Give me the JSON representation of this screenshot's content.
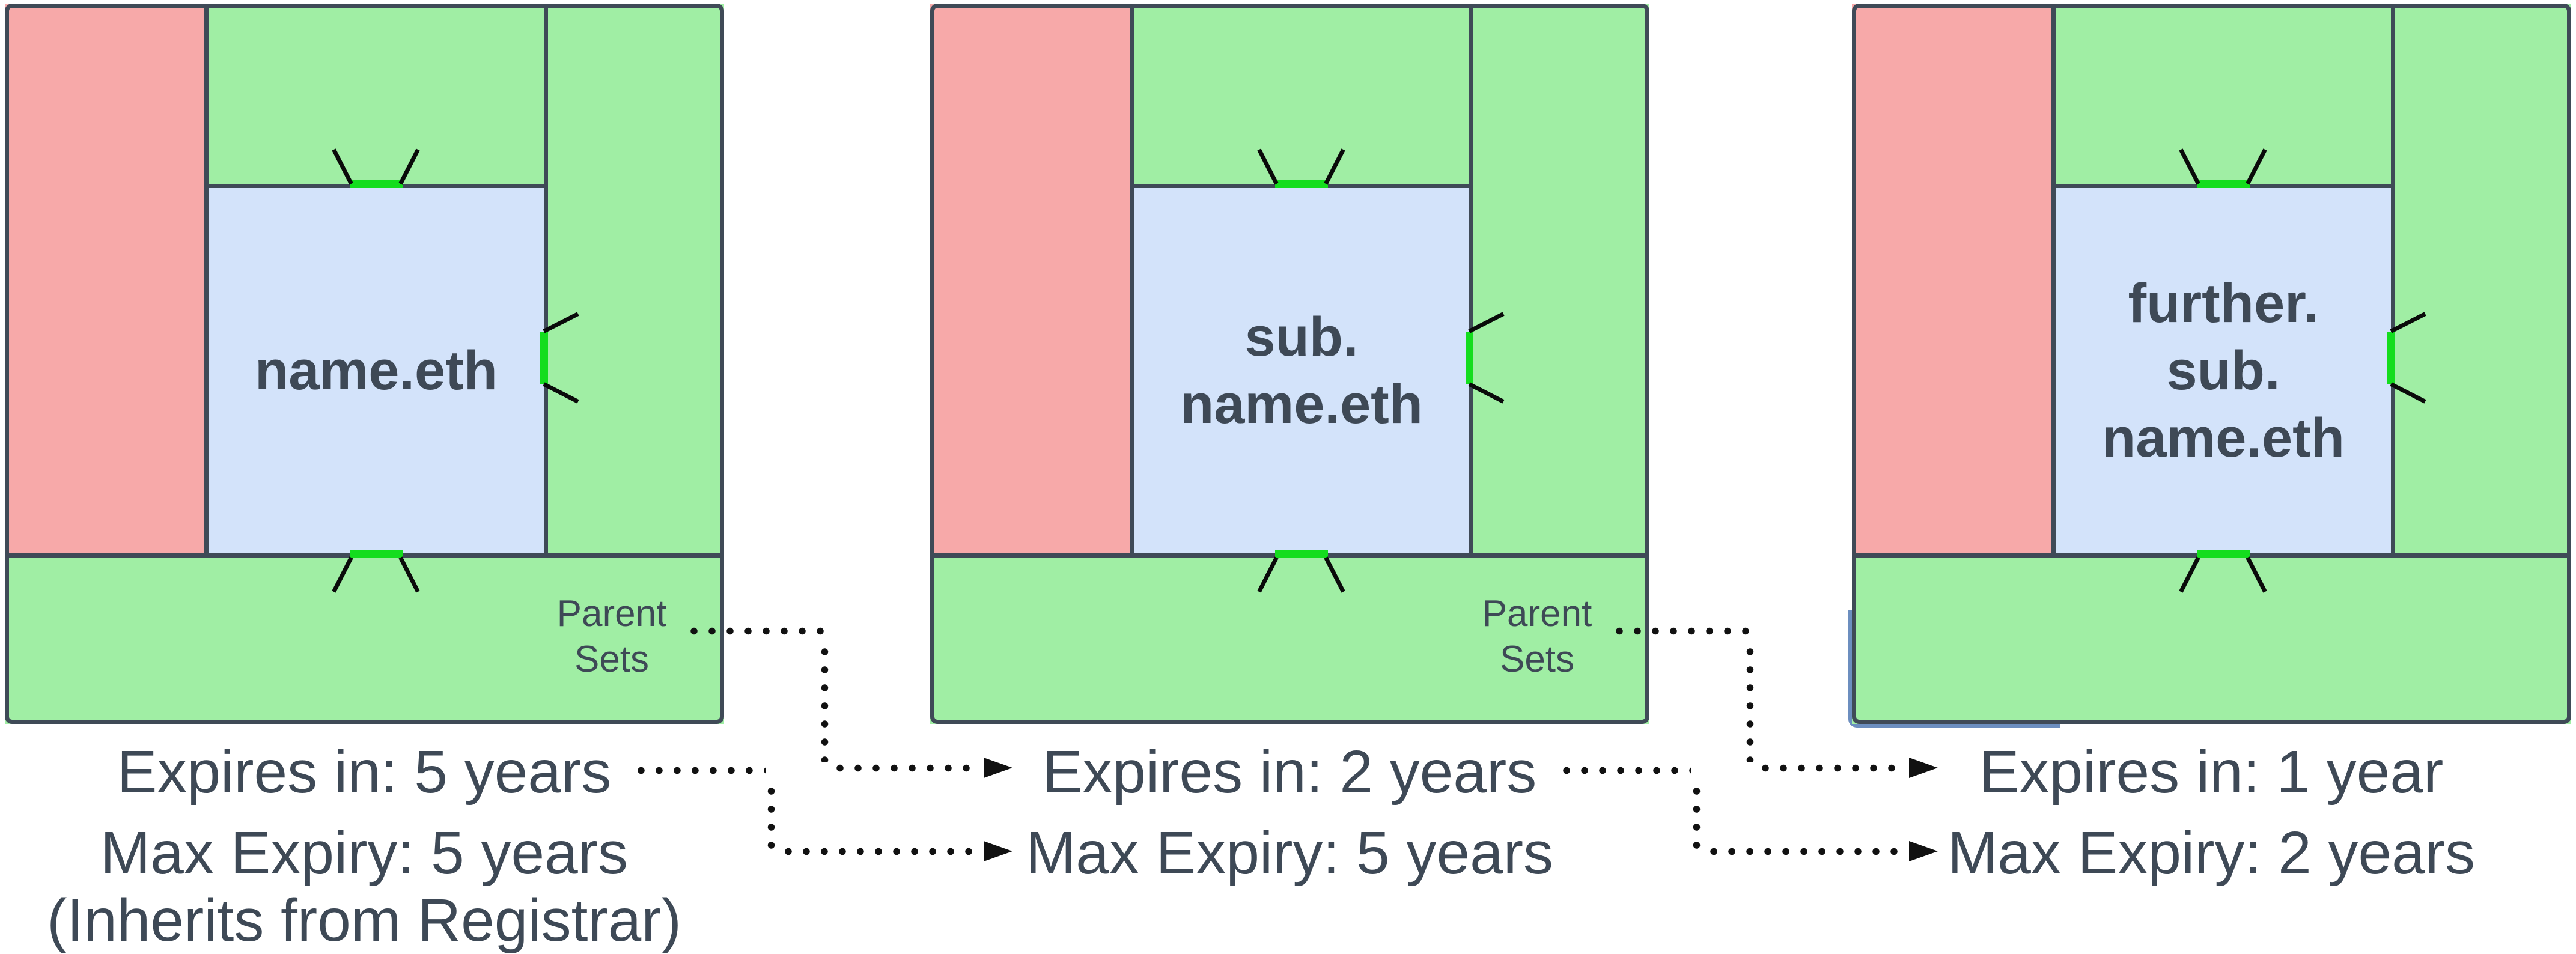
{
  "colors": {
    "green": "#A0EEA4",
    "pink": "#F7A9A9",
    "blue": "#D3E3FA",
    "lime": "#14DD1E",
    "stroke": "#3F4A57",
    "ink": "#3E4956",
    "dot": "#111111",
    "artifact-blue": "#6C8EBF"
  },
  "diagrams": [
    {
      "name_lines": [
        "name.eth"
      ],
      "parent_sets_lines": [
        "Parent",
        "Sets"
      ],
      "rows": {
        "expires": "Expires in: 5 years",
        "max_expiry": "Max Expiry: 5 years",
        "note": "(Inherits from Registrar)"
      }
    },
    {
      "name_lines": [
        "sub.",
        "name.eth"
      ],
      "parent_sets_lines": [
        "Parent",
        "Sets"
      ],
      "rows": {
        "expires": "Expires in: 2 years",
        "max_expiry": "Max Expiry: 5 years"
      }
    },
    {
      "name_lines": [
        "further.",
        "sub.",
        "name.eth"
      ],
      "rows": {
        "expires": "Expires in: 1 year",
        "max_expiry": "Max Expiry: 2 years"
      }
    }
  ]
}
